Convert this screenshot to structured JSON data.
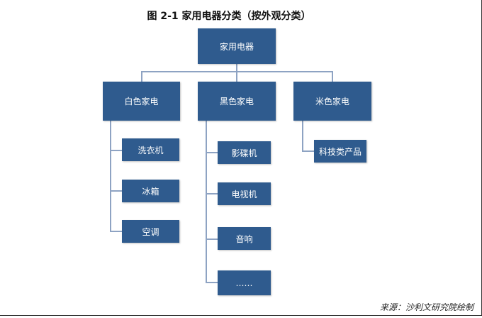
{
  "title": "图 2-1  家用电器分类（按外观分类）",
  "root": "家用电器",
  "categories": [
    {
      "label": "白色家电",
      "children": [
        "洗衣机",
        "冰箱",
        "空调"
      ]
    },
    {
      "label": "黑色家电",
      "children": [
        "影碟机",
        "电视机",
        "音响",
        "……"
      ]
    },
    {
      "label": "米色家电",
      "children": [
        "科技类产品"
      ]
    }
  ],
  "source": "来源：沙利文研究院绘制",
  "colors": {
    "box": "#2f5b8e",
    "line": "#8ea3c3"
  }
}
